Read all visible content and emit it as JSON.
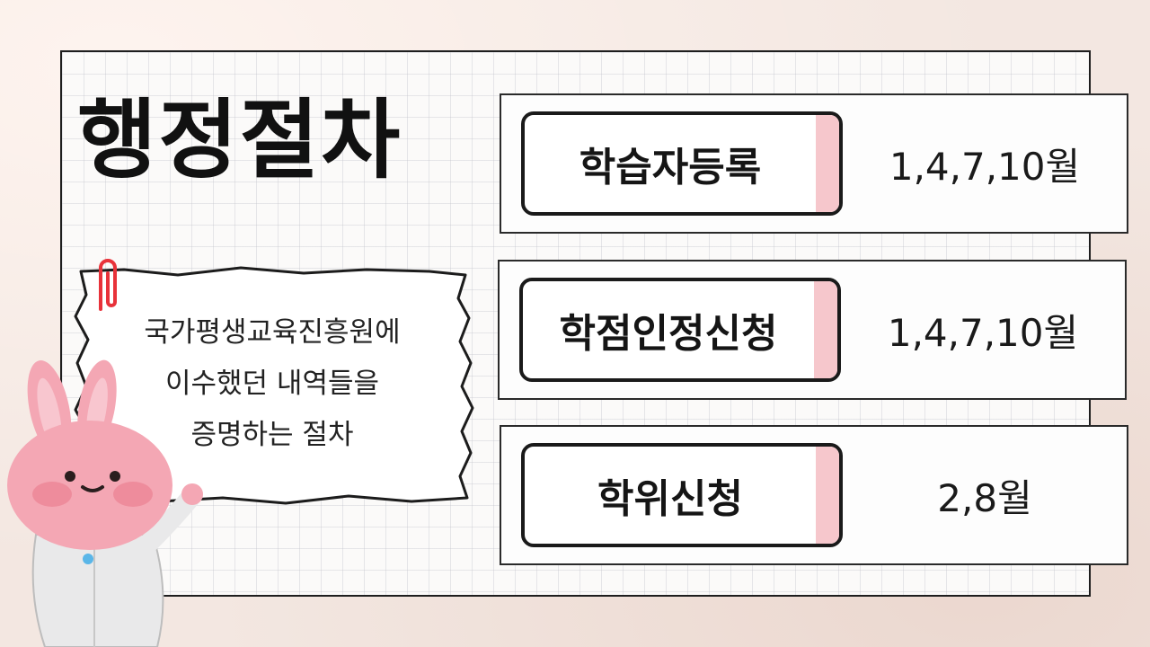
{
  "title": "행정절차",
  "note": {
    "lines": [
      "국가평생교육진흥원에",
      "이수했던 내역들을",
      "증명하는 절차"
    ]
  },
  "procedures": [
    {
      "label": "학습자등록",
      "months": "1,4,7,10월"
    },
    {
      "label": "학점인정신청",
      "months": "1,4,7,10월"
    },
    {
      "label": "학위신청",
      "months": "2,8월"
    }
  ],
  "colors": {
    "accent_pink": "#f6c7cc",
    "clip_red": "#e8323a",
    "bunny_pink": "#f4a7b4"
  },
  "icons": [
    "paperclip-icon",
    "bunny-doctor-illustration"
  ]
}
